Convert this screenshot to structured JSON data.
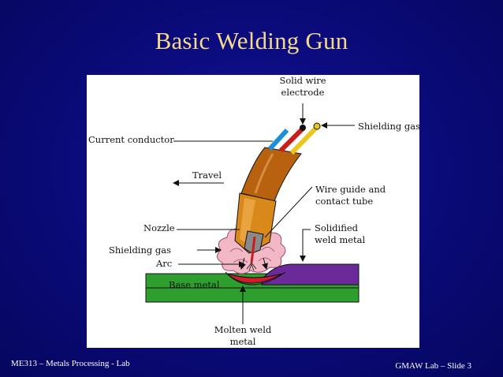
{
  "slide": {
    "title": "Basic Welding Gun",
    "footer_left": "ME313 – Metals Processing - Lab",
    "footer_right": "GMAW Lab – Slide 3"
  },
  "diagram": {
    "labels": {
      "solid_wire_1": "Solid wire",
      "solid_wire_2": "electrode",
      "shielding_gas_top": "Shielding gas",
      "current_conductor": "Current conductor",
      "travel": "Travel",
      "wire_guide_1": "Wire guide and",
      "wire_guide_2": "contact tube",
      "nozzle": "Nozzle",
      "solidified_1": "Solidified",
      "solidified_2": "weld metal",
      "shielding_gas_left": "Shielding gas",
      "arc": "Arc",
      "base_metal": "Base metal",
      "molten_1": "Molten weld",
      "molten_2": "metal"
    },
    "colors": {
      "hose": "#b8620f",
      "nozzle": "#d9881a",
      "contact_tube": "#8a8a8a",
      "gas_cloud": "#f2b8c6",
      "base_metal": "#2e9e2e",
      "weld_bead": "#6a2a9a",
      "molten_pool": "#d21c2c",
      "wire_blue": "#1e8fd6",
      "wire_red": "#c81e1e",
      "wire_yellow": "#e8c81e"
    }
  }
}
